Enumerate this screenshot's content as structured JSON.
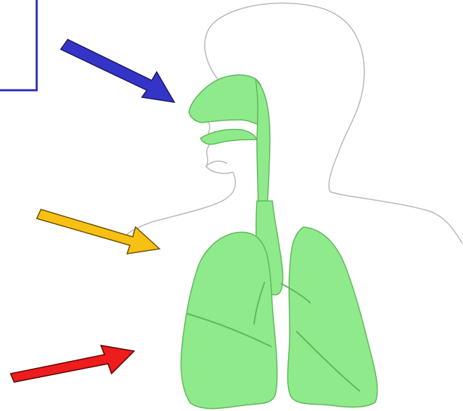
{
  "diagram": {
    "subject": "human-respiratory-system",
    "colors": {
      "background": "#ffffff",
      "organ_fill": "#8eea8a",
      "organ_outline": "#5fb85b",
      "body_outline": "#b8b8b8",
      "label_box_border": "#2c2cb8"
    },
    "pointers": [
      {
        "id": "upper",
        "color": "#3434c8",
        "stroke": "#1a1a60"
      },
      {
        "id": "middle",
        "color": "#f8c012",
        "stroke": "#6a5000"
      },
      {
        "id": "lower",
        "color": "#ee1c1c",
        "stroke": "#600000"
      }
    ]
  }
}
